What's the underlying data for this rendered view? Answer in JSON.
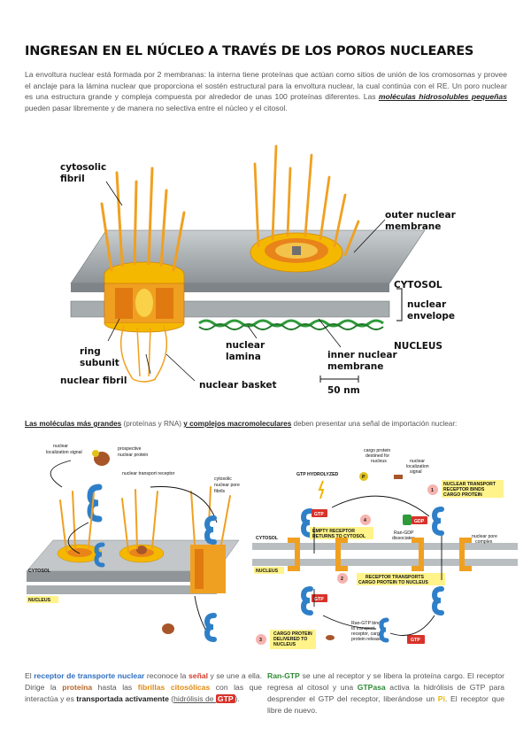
{
  "title": "INGRESAN EN EL NÚCLEO A TRAVÉS DE LOS POROS NUCLEARES",
  "intro": {
    "text1": "La envoltura nuclear está formada por 2 membranas: la interna tiene proteínas que actúan como sitios de unión de los cromosomas y provee el anclaje para la lámina nuclear que proporciona el sostén estructural para la envoltura nuclear, la cual continúa con el RE. Un poro nuclear es una estructura grande y compleja compuesta por alrededor de unas 100 proteínas diferentes. Las ",
    "highlight": "moléculas hidrosolubles pequeñas",
    "text2": " pueden pasar libremente y de manera no selectiva entre el núcleo y el citosol."
  },
  "figure1": {
    "cytosolic_fibril_1": "cytosolic",
    "cytosolic_fibril_2": "fibril",
    "outer_membrane_1": "outer nuclear",
    "outer_membrane_2": "membrane",
    "cytosol": "CYTOSOL",
    "nuclear_envelope_1": "nuclear",
    "nuclear_envelope_2": "envelope",
    "nucleus": "NUCLEUS",
    "ring_subunit_1": "ring",
    "ring_subunit_2": "subunit",
    "nuclear_lamina_1": "nuclear",
    "nuclear_lamina_2": "lamina",
    "inner_membrane_1": "inner nuclear",
    "inner_membrane_2": "membrane",
    "nuclear_fibril": "nuclear fibril",
    "nuclear_basket": "nuclear basket",
    "scale": "50 nm"
  },
  "subtitle": {
    "a": "Las moléculas más grandes",
    "b": " (proteínas y RNA) ",
    "c": "y complejos macromoleculares",
    "d": " deben presentar una señal de importación nuclear:"
  },
  "figure2": {
    "nls_1": "nuclear",
    "nls_2": "localization signal",
    "prospective_1": "prospective",
    "prospective_2": "nuclear protein",
    "receptor": "nuclear transport receptor",
    "fibrils_1": "cytosolic",
    "fibrils_2": "nuclear pore",
    "fibrils_3": "fibrils",
    "cytosol": "CYTOSOL",
    "nucleus": "NUCLEUS"
  },
  "figure3": {
    "cargo_1": "cargo protein",
    "cargo_2": "destined for",
    "cargo_3": "nucleus",
    "nls_1": "nuclear",
    "nls_2": "localization",
    "nls_3": "signal",
    "gtp_hydrolyzed": "GTP HYDROLYZED",
    "p": "P",
    "step1_num": "1",
    "step1_1": "NUCLEAR TRANSPORT",
    "step1_2": "RECEPTOR BINDS",
    "step1_3": "CARGO PROTEIN",
    "step4_num": "4",
    "step4_1": "EMPTY RECEPTOR",
    "step4_2": "RETURNS TO CYTOSOL",
    "gdp": "GDP",
    "rangdp_1": "Ran-GDP",
    "rangdp_2": "dissociates",
    "gtp": "GTP",
    "cytosol": "CYTOSOL",
    "nucleus": "NUCLEUS",
    "pore_1": "nuclear pore",
    "pore_2": "complex",
    "step2_num": "2",
    "step2_1": "RECEPTOR TRANSPORTS",
    "step2_2": "CARGO PROTEIN TO NUCLEUS",
    "step3_num": "3",
    "step3_1": "CARGO PROTEIN",
    "step3_2": "DELIVERED TO",
    "step3_3": "NUCLEUS",
    "rangtp_1": "Ran-GTP binds",
    "rangtp_2": "to transport",
    "rangtp_3": "receptor, cargo",
    "rangtp_4": "protein released"
  },
  "col_left": {
    "t1": "El ",
    "receptor": "receptor de transporte nuclear",
    "t2": " reconoce la ",
    "senal": "señal",
    "t3": " y se une a ella. Dirige la ",
    "proteina": "proteína",
    "t4": " hasta las ",
    "fibrillas": "fibrillas citosólicas",
    "t5": " con las que interactúa y es ",
    "activo": "transportada activamente",
    "t6": " (",
    "hidrolisis": "hidrólisis de ",
    "gtp": "GTP",
    "t7": ")."
  },
  "col_right": {
    "rangtp": "Ran-GTP",
    "t1": " se une al receptor y se libera la proteína cargo. El receptor regresa al citosol y una ",
    "gtpasa": "GTPasa",
    "t2": " activa la hidrólisis de GTP para desprender el GTP del receptor, liberándose un ",
    "pi": "Pi",
    "t3": ". El receptor que libre de nuevo."
  },
  "colors": {
    "membrane": "#9aa0a4",
    "pore": "#f5b800",
    "fibril": "#f0a020",
    "lamina": "#2f9a3a",
    "receptor": "#2f7fc8",
    "gtp": "#d8322a",
    "label_bg": "#fff38a"
  }
}
